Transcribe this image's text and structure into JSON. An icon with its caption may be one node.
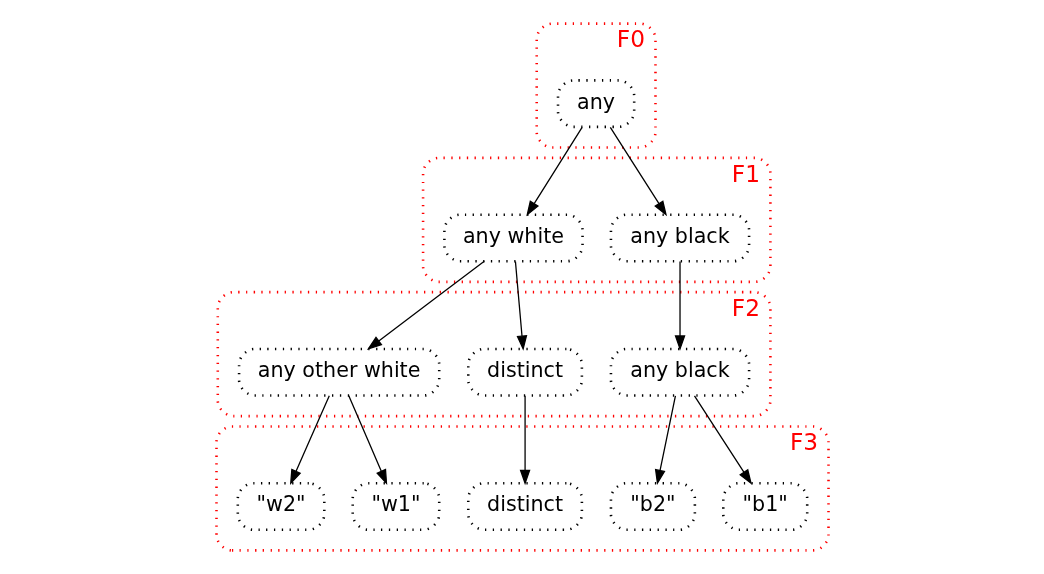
{
  "diagram": {
    "nodes": [
      {
        "text": [
          "F0"
        ]
      },
      {
        "text": [
          "any"
        ],
        "in": 0
      },
      {
        "text": [
          "F1"
        ]
      },
      {
        "text": [
          "any black"
        ],
        "in": 2
      },
      {
        "text": [
          "any white"
        ],
        "in": 2
      },
      {
        "text": [
          "F2"
        ]
      },
      {
        "text": [
          "any black"
        ],
        "in": 5
      },
      {
        "text": [
          "distinct"
        ],
        "in": 5
      },
      {
        "text": [
          "any other white"
        ],
        "in": 5
      },
      {
        "text": [
          "F3"
        ]
      },
      {
        "text": [
          "\"b1\""
        ],
        "in": 9
      },
      {
        "text": [
          "\"b2\""
        ],
        "in": 9
      },
      {
        "text": [
          "distinct"
        ],
        "in": 9
      },
      {
        "text": [
          "\"w1\""
        ],
        "in": 9
      },
      {
        "text": [
          "\"w2\""
        ],
        "in": 9
      }
    ],
    "edges": [
      {
        "from": 1,
        "to": 3,
        "arrow": "to"
      },
      {
        "from": 1,
        "to": 4,
        "arrow": "to"
      },
      {
        "from": 3,
        "to": 6,
        "arrow": "to"
      },
      {
        "from": 4,
        "to": 7,
        "arrow": "to"
      },
      {
        "from": 4,
        "to": 8,
        "arrow": "to"
      },
      {
        "from": 6,
        "to": 10,
        "arrow": "to"
      },
      {
        "from": 6,
        "to": 11,
        "arrow": "to"
      },
      {
        "from": 7,
        "to": 12,
        "arrow": "to"
      },
      {
        "from": 8,
        "to": 13,
        "arrow": "to"
      },
      {
        "from": 8,
        "to": 14,
        "arrow": "to"
      }
    ]
  }
}
